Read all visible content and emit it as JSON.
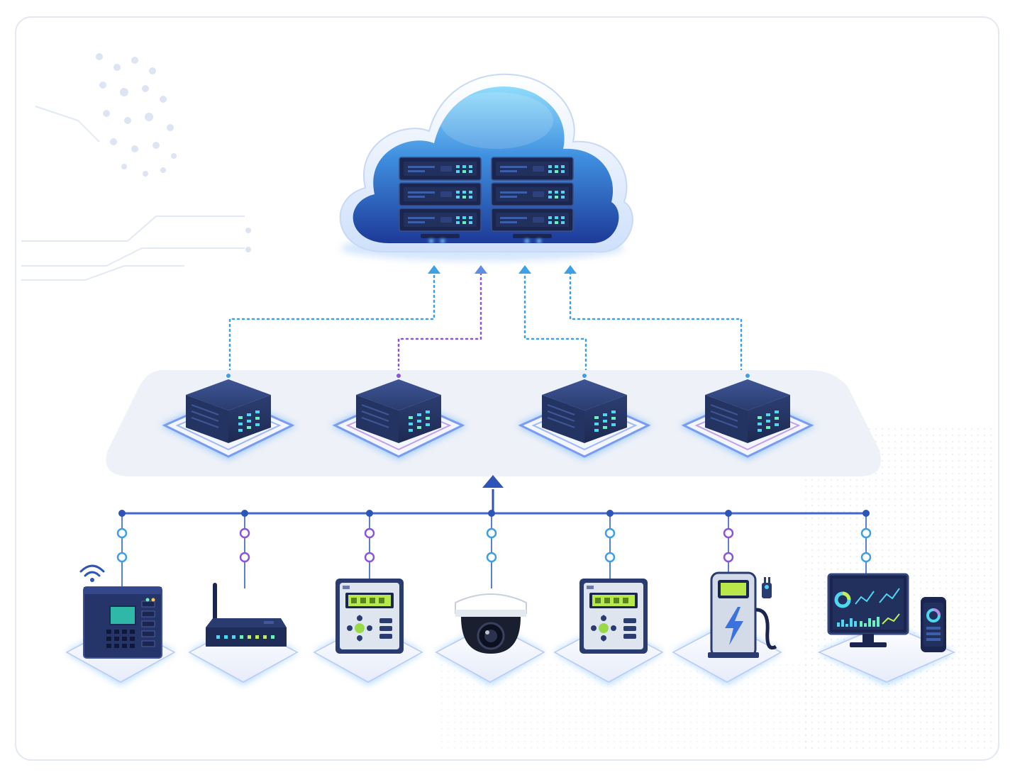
{
  "diagram": {
    "layers": [
      {
        "id": "cloud",
        "name": "cloud-layer"
      },
      {
        "id": "edge",
        "name": "edge-gateway-layer"
      },
      {
        "id": "devices",
        "name": "field-device-layer"
      }
    ],
    "cloud": {
      "racks": 2,
      "units_per_rack": 3,
      "uplinks": 4
    },
    "gateways": [
      {
        "id": "gw1",
        "link": "blue"
      },
      {
        "id": "gw2",
        "link": "purple"
      },
      {
        "id": "gw3",
        "link": "blue"
      },
      {
        "id": "gw4",
        "link": "blue"
      }
    ],
    "devices": [
      {
        "id": "plc",
        "icon": "plc-controller-icon",
        "badge": "wifi-icon"
      },
      {
        "id": "router",
        "icon": "wireless-router-icon"
      },
      {
        "id": "meter1",
        "icon": "power-meter-icon"
      },
      {
        "id": "camera",
        "icon": "dome-camera-icon"
      },
      {
        "id": "meter2",
        "icon": "power-meter-icon"
      },
      {
        "id": "charger",
        "icon": "ev-charger-icon"
      },
      {
        "id": "dashboard",
        "icon": "monitoring-dashboard-icon"
      }
    ],
    "colors": {
      "cloud_dark": "#1f3e9e",
      "cloud_light": "#7fd0f6",
      "server": "#2a3b66",
      "bus_line": "#4167c8",
      "link_blue": "#3d9fe6",
      "link_purple": "#8a55d8",
      "glow": "#4fa8ff",
      "platform": "#eceff7"
    }
  }
}
